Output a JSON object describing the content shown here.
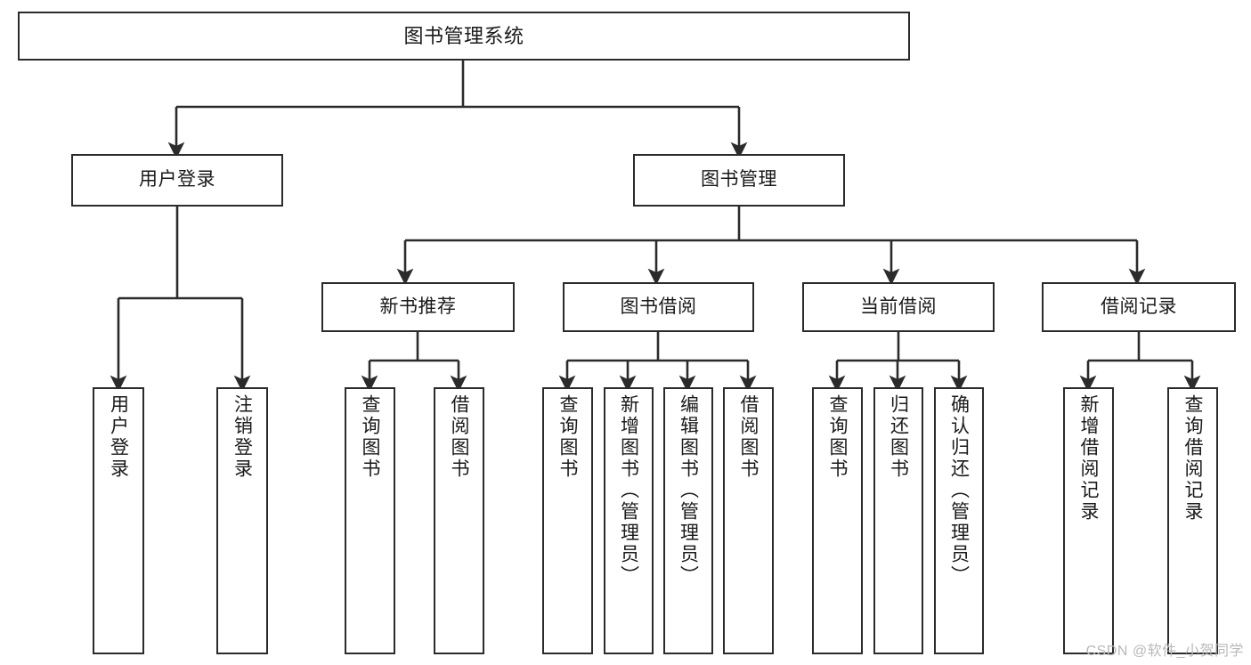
{
  "diagram": {
    "title": "图书管理系统",
    "type": "tree",
    "orientation": "top-down",
    "colors": {
      "box_border": "#2b2b2b",
      "box_fill": "#ffffff",
      "edge": "#2b2b2b",
      "background": "#ffffff",
      "watermark": "#b9b9b9"
    },
    "watermark": "CSDN @软件_小贺同学",
    "nodes": {
      "root": {
        "label": "图书管理系统"
      },
      "level1": [
        {
          "label": "用户登录"
        },
        {
          "label": "图书管理"
        }
      ],
      "level2": [
        {
          "label": "新书推荐"
        },
        {
          "label": "图书借阅"
        },
        {
          "label": "当前借阅"
        },
        {
          "label": "借阅记录"
        }
      ],
      "leaves": {
        "user_login": [
          {
            "label": "用户登录"
          },
          {
            "label": "注销登录"
          }
        ],
        "new_book_recommend": [
          {
            "label": "查询图书"
          },
          {
            "label": "借阅图书"
          }
        ],
        "book_borrow": [
          {
            "label": "查询图书"
          },
          {
            "label": "新增图书（管理员）"
          },
          {
            "label": "编辑图书（管理员）"
          },
          {
            "label": "借阅图书"
          }
        ],
        "current_borrow": [
          {
            "label": "查询图书"
          },
          {
            "label": "归还图书"
          },
          {
            "label": "确认归还（管理员）"
          }
        ],
        "borrow_record": [
          {
            "label": "新增借阅记录"
          },
          {
            "label": "查询借阅记录"
          }
        ]
      }
    }
  }
}
